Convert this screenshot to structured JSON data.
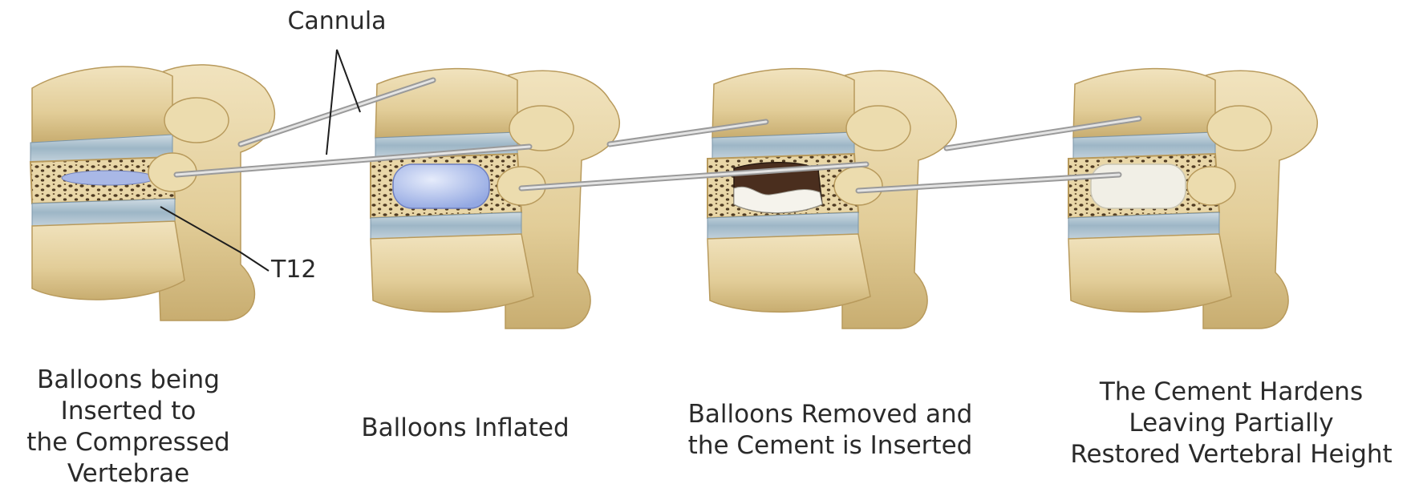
{
  "labels": {
    "cannula": "Cannula",
    "vertebra": "T12"
  },
  "captions": [
    {
      "lines": [
        "Balloons being",
        "Inserted to",
        "the Compressed",
        "Vertebrae"
      ]
    },
    {
      "lines": [
        "Balloons Inflated"
      ]
    },
    {
      "lines": [
        "Balloons Removed and",
        "the Cement is Inserted"
      ]
    },
    {
      "lines": [
        "The Cement Hardens",
        "Leaving Partially",
        "Restored Vertebral Height"
      ]
    }
  ],
  "colors": {
    "bone": "#e6d2a2",
    "bone_dark": "#b99b5e",
    "disc": "#a9c0cf",
    "balloon": "#b8c7ef",
    "cavity": "#4a2e1e",
    "cement": "#f3f1ea"
  }
}
